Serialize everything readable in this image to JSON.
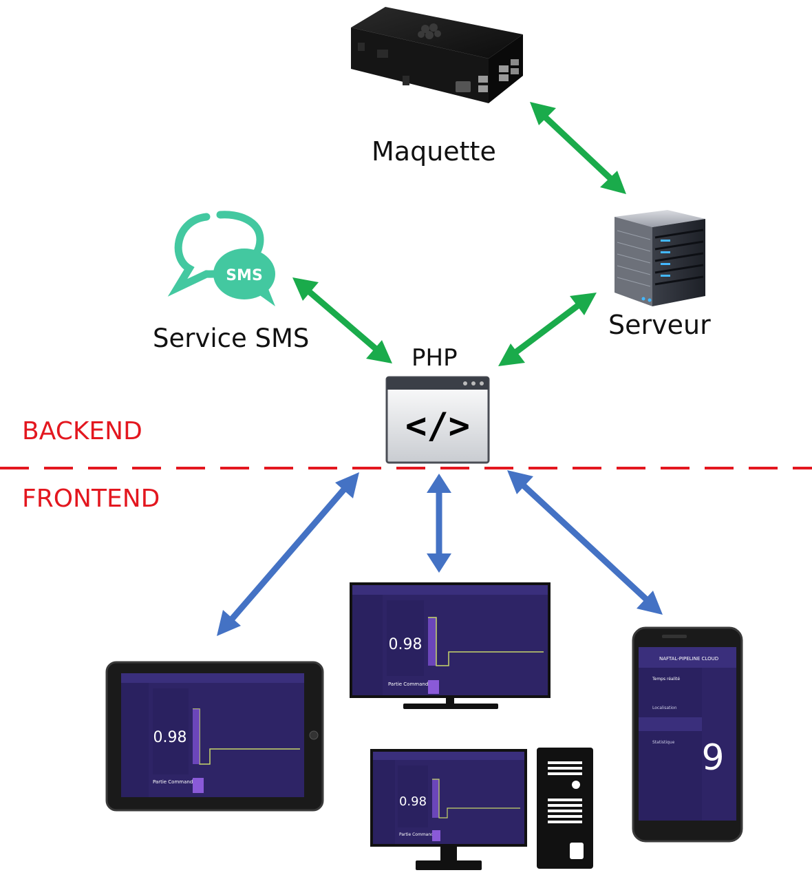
{
  "labels": {
    "maquette": "Maquette",
    "serveur": "Serveur",
    "service_sms": "Service SMS",
    "php": "PHP",
    "backend": "BACKEND",
    "frontend": "FRONTEND"
  },
  "icons": {
    "sms_bubble": "SMS",
    "code_window": "</>"
  },
  "screens": {
    "value": "0.98",
    "command_label": "Partie Commande",
    "app_title": "NAFTAL-PIPELINE CLOUD",
    "phone_value": "9",
    "phone_menu_item_1": "Temps réalité",
    "phone_menu_item_2": "Localisation",
    "phone_menu_item_3": "Statistique"
  },
  "colors": {
    "backend_arrows": "#1aab4b",
    "frontend_arrows": "#4472c4",
    "divider": "#e3171f",
    "app_background": "#2e2466"
  }
}
